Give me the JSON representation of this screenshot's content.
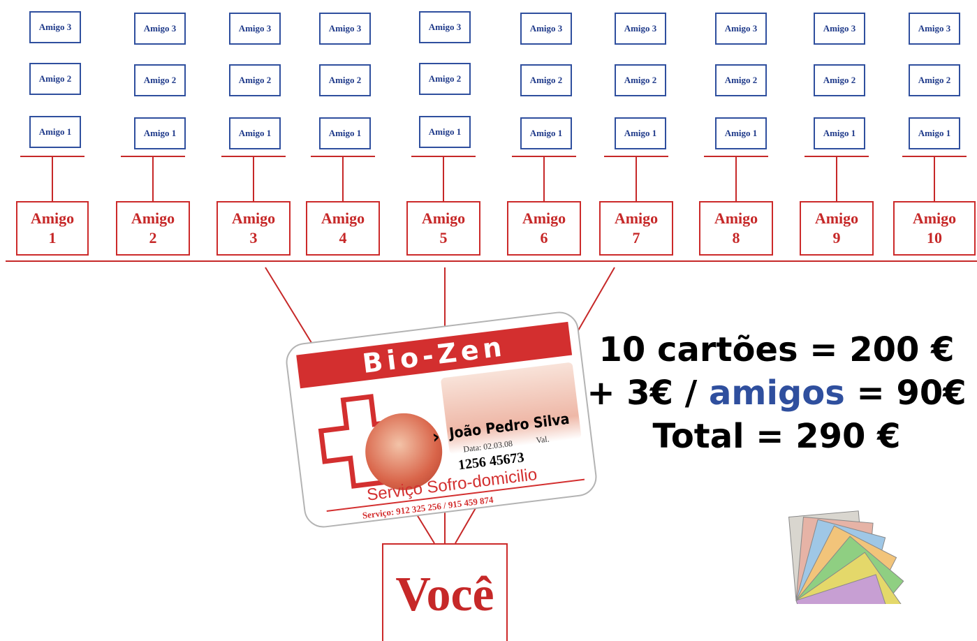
{
  "sub_labels": [
    "Amigo 1",
    "Amigo 2",
    "Amigo 3"
  ],
  "friends": [
    {
      "line1": "Amigo",
      "line2": "1"
    },
    {
      "line1": "Amigo",
      "line2": "2"
    },
    {
      "line1": "Amigo",
      "line2": "3"
    },
    {
      "line1": "Amigo",
      "line2": "4"
    },
    {
      "line1": "Amigo",
      "line2": "5"
    },
    {
      "line1": "Amigo",
      "line2": "6"
    },
    {
      "line1": "Amigo",
      "line2": "7"
    },
    {
      "line1": "Amigo",
      "line2": "8"
    },
    {
      "line1": "Amigo",
      "line2": "9"
    },
    {
      "line1": "Amigo",
      "line2": "10"
    }
  ],
  "you": "Você",
  "summary": {
    "line1": "10 cartões = 200 €",
    "line2_prefix": "+ 3€ /",
    "line2_highlight": "amigos",
    "line2_suffix": "= 90€",
    "line3": "Total = 290 €"
  },
  "card": {
    "brand": "Bio-Zen",
    "name": "João Pedro Silva",
    "date_label": "Data: 02.03.08",
    "val_label": "Val.",
    "number": "1256 45673",
    "service_title": "Serviço Sofro-domicilio",
    "service_phone": "Serviço: 912 325 256 / 915 459 874"
  },
  "colors": {
    "red": "#c62828",
    "blue": "#2f4f9e",
    "card_red": "#d32f2f"
  }
}
